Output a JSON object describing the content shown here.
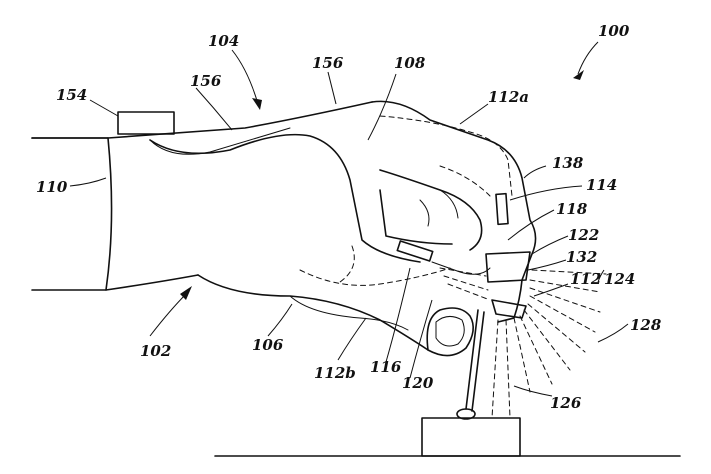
{
  "labels": {
    "l100": "100",
    "l102": "102",
    "l104": "104",
    "l106": "106",
    "l108": "108",
    "l110": "110",
    "l112": "112",
    "l112a": "112a",
    "l112b": "112b",
    "l114": "114",
    "l116": "116",
    "l118": "118",
    "l120": "120",
    "l122": "122",
    "l124": "124",
    "l126": "126",
    "l128": "128",
    "l132": "132",
    "l138": "138",
    "l154": "154",
    "l156a": "156",
    "l156b": "156"
  },
  "colors": {
    "ink": "#111111",
    "paper": "#ffffff"
  }
}
